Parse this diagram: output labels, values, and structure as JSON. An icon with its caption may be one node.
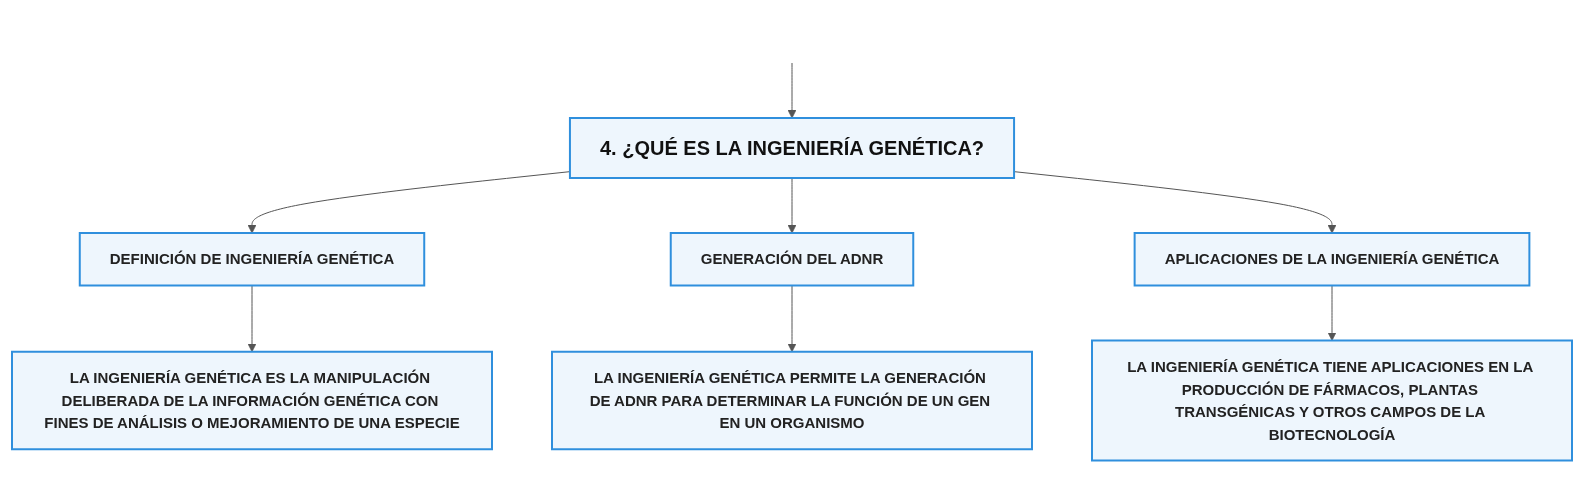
{
  "diagram": {
    "nodes": [
      {
        "text": [
          "4. ¿QUÉ ES LA INGENIERÍA GENÉTICA?"
        ]
      },
      {
        "text": [
          "DEFINICIÓN DE INGENIERÍA GENÉTICA"
        ]
      },
      {
        "text": [
          "GENERACIÓN DEL ADNR"
        ]
      },
      {
        "text": [
          "APLICACIONES DE LA INGENIERÍA GENÉTICA"
        ]
      },
      {
        "text": [
          "LA INGENIERÍA GENÉTICA ES LA MANIPULACIÓN DELIBERADA DE LA INFORMACIÓN GENÉTICA CON FINES DE ANÁLISIS O MEJORAMIENTO DE UNA ESPECIE"
        ]
      },
      {
        "text": [
          "LA INGENIERÍA GENÉTICA PERMITE LA GENERACIÓN DE ADNR PARA DETERMINAR LA FUNCIÓN DE UN GEN EN UN ORGANISMO"
        ]
      },
      {
        "text": [
          "LA INGENIERÍA GENÉTICA TIENE APLICACIONES EN LA PRODUCCIÓN DE FÁRMACOS, PLANTAS TRANSGÉNICAS Y OTROS CAMPOS DE LA BIOTECNOLOGÍA"
        ]
      }
    ],
    "edges": [
      {
        "from": null,
        "to": 0,
        "arrow": "to"
      },
      {
        "from": 0,
        "to": 1,
        "arrow": "to"
      },
      {
        "from": 0,
        "to": 2,
        "arrow": "to"
      },
      {
        "from": 0,
        "to": 3,
        "arrow": "to"
      },
      {
        "from": 1,
        "to": 4,
        "arrow": "to"
      },
      {
        "from": 2,
        "to": 5,
        "arrow": "to"
      },
      {
        "from": 3,
        "to": 6,
        "arrow": "to"
      }
    ]
  }
}
